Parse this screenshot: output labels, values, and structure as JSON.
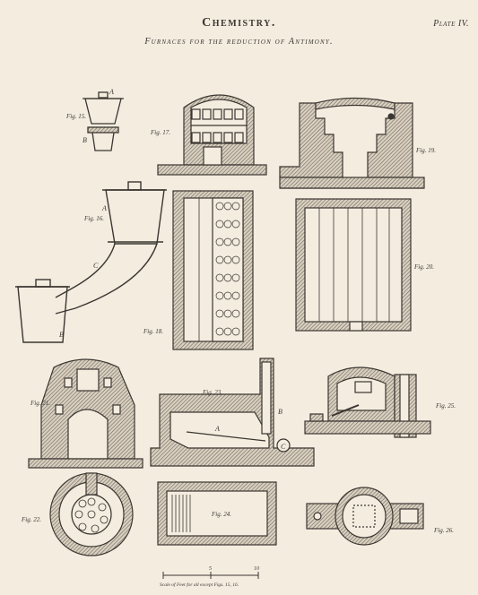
{
  "header": {
    "title": "Chemistry.",
    "subtitle": "Furnaces for the reduction of Antimony.",
    "plate": "Plate IV."
  },
  "figures": {
    "fig15": "Fig. 15.",
    "fig17": "Fig. 17.",
    "fig16": "Fig. 16.",
    "fig18": "Fig. 18.",
    "fig19": "Fig. 19.",
    "fig20": "Fig. 20.",
    "fig21": "Fig. 21.",
    "fig22": "Fig. 22.",
    "fig23": "Fig. 23.",
    "fig24": "Fig. 24.",
    "fig25": "Fig. 25.",
    "fig26": "Fig. 26."
  },
  "letters": {
    "a": "A",
    "b": "B",
    "c": "C"
  },
  "scale": {
    "caption": "Scale of Feet for all except Figs. 15, 16.",
    "tick_5": "5",
    "tick_10": "10"
  },
  "colors": {
    "ink": "#3b3631",
    "paper": "#f3ecdf",
    "hatch": "#6e665c"
  }
}
